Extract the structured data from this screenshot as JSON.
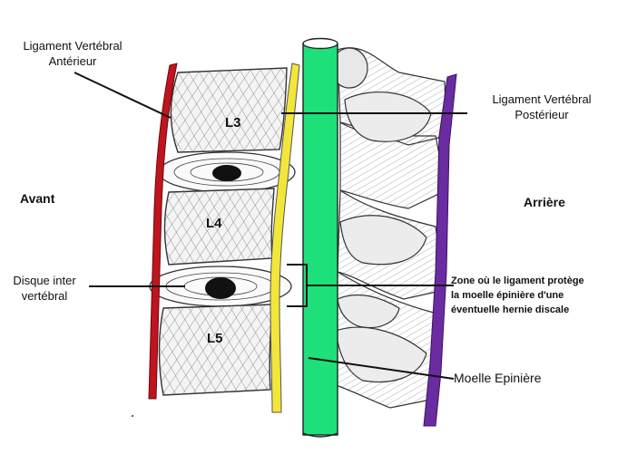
{
  "labels": {
    "anterior_ligament": [
      "Ligament Vertébral",
      "Antérieur"
    ],
    "posterior_ligament": [
      "Ligament Vertébral",
      "Postérieur"
    ],
    "front": "Avant",
    "back": "Arrière",
    "disc": [
      "Disque inter",
      "vertébral"
    ],
    "zone": [
      "Zone où le ligament protège",
      "la moelle épinière d'une",
      "éventuelle hernie discale"
    ],
    "spinal_cord": "Moelle Epinière",
    "vertebrae": [
      "L3",
      "L4",
      "L5"
    ]
  },
  "colors": {
    "anterior_ligament": "#c0141e",
    "posterior_ligament": "#f2e63a",
    "spinal_cord": "#1ee07a",
    "back_ligament": "#6a2ca0",
    "bone_line": "#333333"
  }
}
